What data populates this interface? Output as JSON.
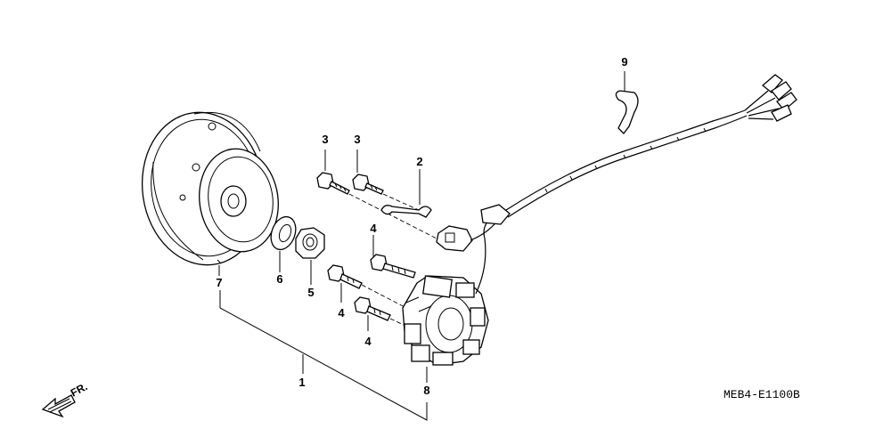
{
  "callouts": {
    "c1": "1",
    "c2": "2",
    "c3a": "3",
    "c3b": "3",
    "c4a": "4",
    "c4b": "4",
    "c4c": "4",
    "c5": "5",
    "c6": "6",
    "c7": "7",
    "c8": "8",
    "c9": "9"
  },
  "direction_label": "FR.",
  "diagram_code": "MEB4-E1100B"
}
